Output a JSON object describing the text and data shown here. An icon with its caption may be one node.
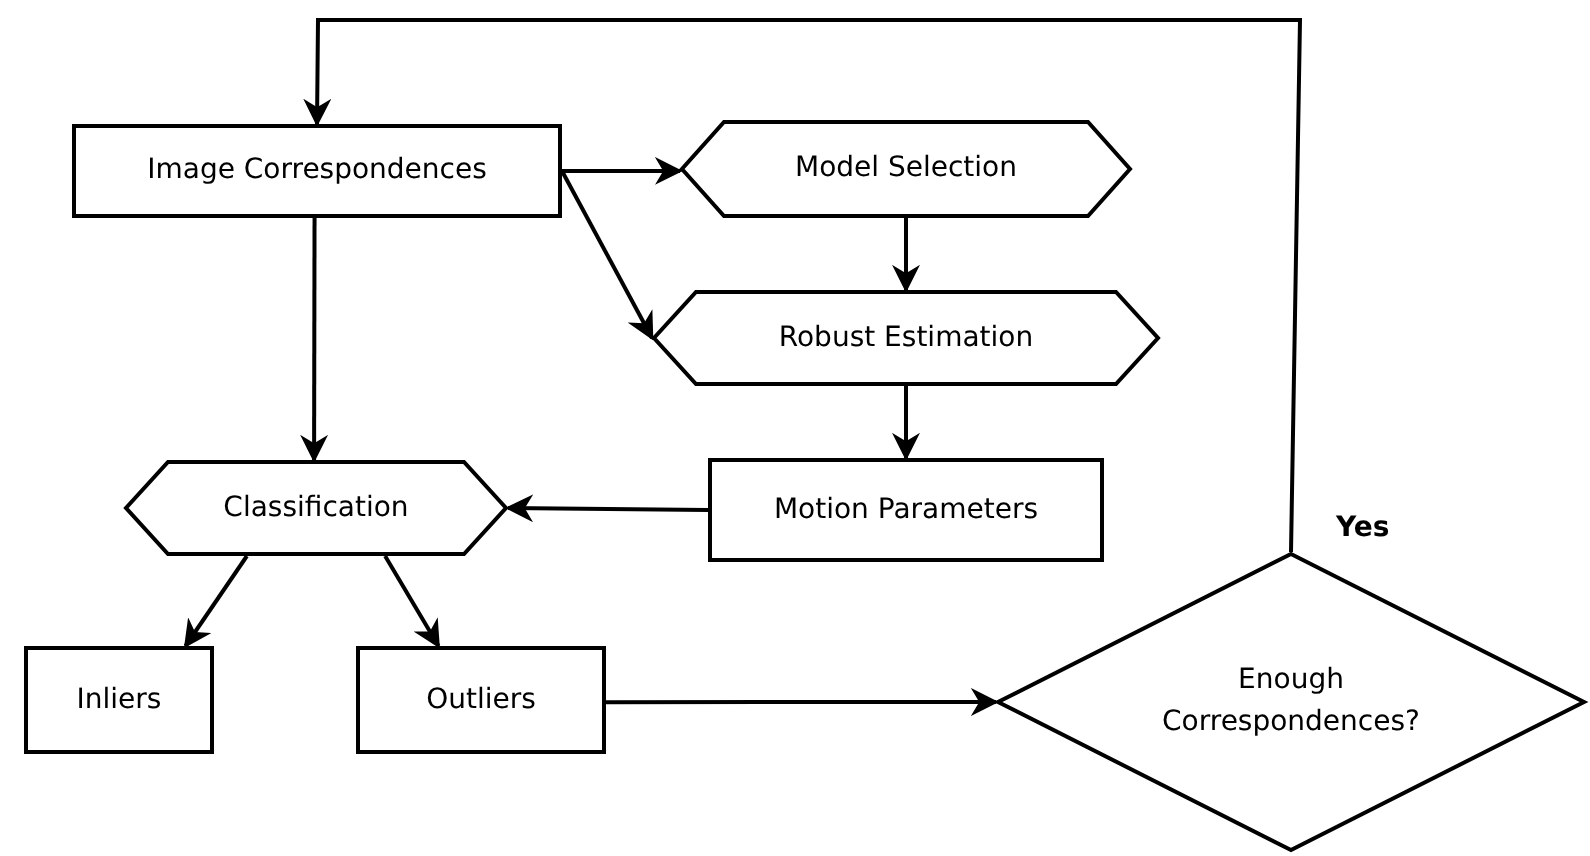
{
  "diagram": {
    "nodes": [
      {
        "text": [
          "Image Correspondences"
        ]
      },
      {
        "text": [
          "Model Selection"
        ]
      },
      {
        "text": [
          "Robust Estimation"
        ]
      },
      {
        "text": [
          "Classification"
        ]
      },
      {
        "text": [
          "Motion Parameters"
        ]
      },
      {
        "text": [
          "Inliers"
        ]
      },
      {
        "text": [
          "Outliers"
        ]
      },
      {
        "text": [
          "Enough Correspondences?"
        ]
      }
    ],
    "edges": [
      {
        "from": 0,
        "to": 1,
        "arrow": "to"
      },
      {
        "from": 0,
        "to": 2,
        "arrow": "to"
      },
      {
        "from": 1,
        "to": 2,
        "arrow": "to"
      },
      {
        "from": 2,
        "to": 4,
        "arrow": "to"
      },
      {
        "from": 4,
        "to": 3,
        "arrow": "to"
      },
      {
        "from": 0,
        "to": 3,
        "arrow": "to"
      },
      {
        "from": 3,
        "to": 5,
        "arrow": "to"
      },
      {
        "from": 3,
        "to": 6,
        "arrow": "to"
      },
      {
        "from": 6,
        "to": 7,
        "arrow": "to"
      },
      {
        "from": 7,
        "to": 0,
        "arrow": "to",
        "label": "Yes"
      }
    ]
  }
}
